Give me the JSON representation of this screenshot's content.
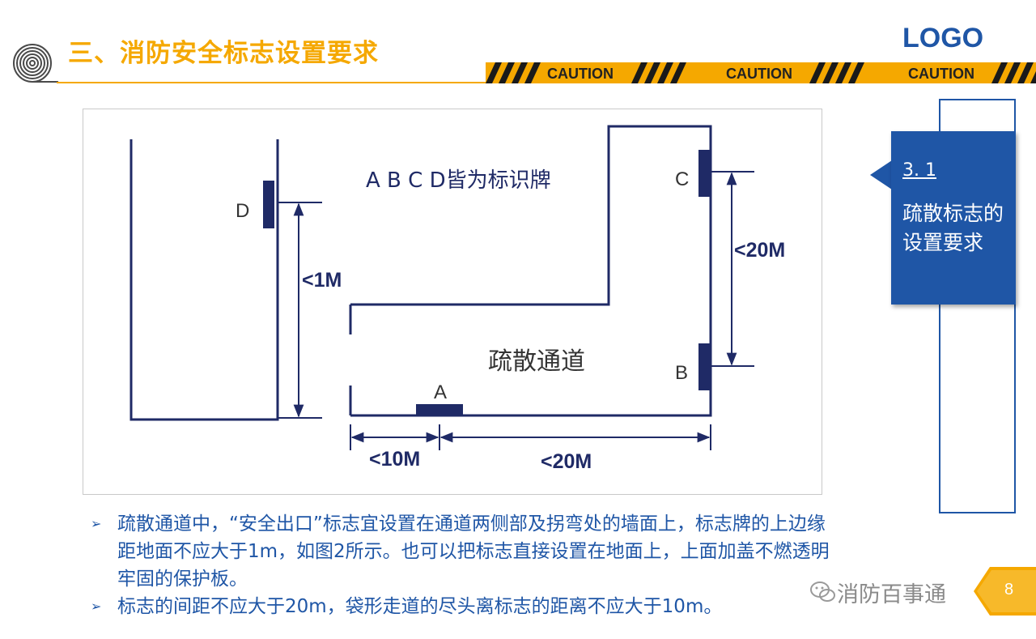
{
  "header": {
    "title": "三、消防安全标志设置要求",
    "logo": "LOGO",
    "caution_labels": [
      "CAUTION",
      "CAUTION",
      "CAUTION"
    ],
    "accent_color": "#f5a800",
    "brand_color": "#1f56a6"
  },
  "diagram": {
    "note": "A B C D皆为标识牌",
    "corridor_label": "疏散通道",
    "signs": {
      "a": "A",
      "b": "B",
      "c": "C",
      "d": "D"
    },
    "dims": {
      "height": "<1M",
      "side": "<20M",
      "end": "<10M",
      "bottom": "<20M"
    }
  },
  "sidebar": {
    "number": "3. 1",
    "title": "疏散标志的设置要求"
  },
  "bullets": [
    "疏散通道中，“安全出口”标志宜设置在通道两侧部及拐弯处的墙面上，标志牌的上边缘距地面不应大于1m，如图2所示。也可以把标志直接设置在地面上，上面加盖不燃透明牢固的保护板。",
    "标志的间距不应大于20m，袋形走道的尽头离标志的距离不应大于10m。"
  ],
  "footer": {
    "watermark": "消防百事通",
    "page": "8"
  }
}
